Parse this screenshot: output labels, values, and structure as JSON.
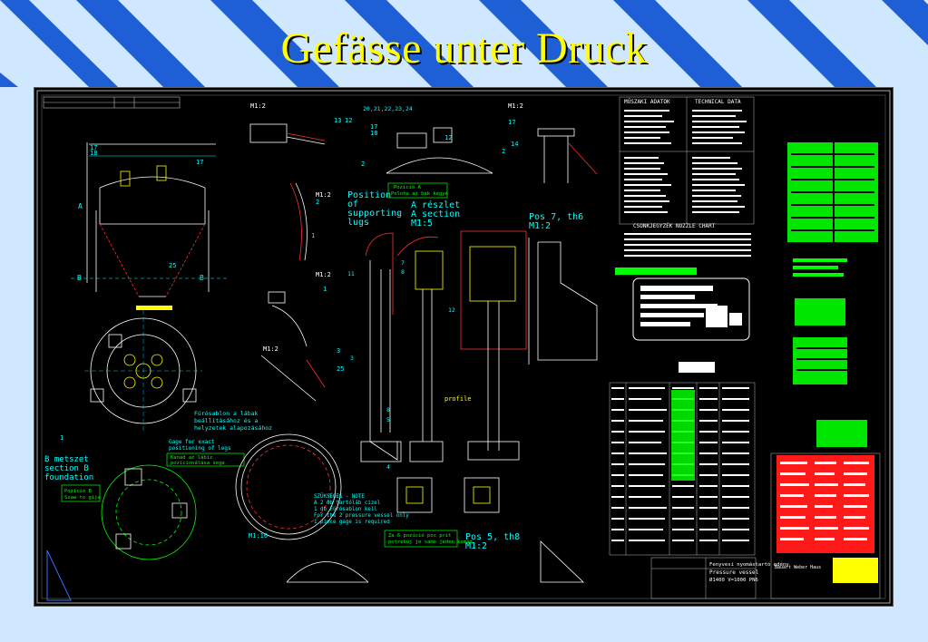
{
  "slide": {
    "title": "Gefässe unter Druck",
    "colors": {
      "background": "#cfe8ff",
      "stripe": "#1f5fd6",
      "title": "#ffff00",
      "cad_background": "#000000"
    }
  },
  "drawing": {
    "scales": {
      "m12": "M1:2",
      "m110": "M1:10",
      "m15": "M1:5"
    },
    "callouts": [
      "17",
      "18",
      "12",
      "2",
      "13",
      "14",
      "1",
      "25",
      "7",
      "3",
      "8",
      "5",
      "4",
      "11",
      "9"
    ],
    "detail_refs": "20,21,22,23,24",
    "section_a_left": "A",
    "section_b": "B",
    "position_supporting_lugs": [
      "Position",
      "of",
      "supporting",
      "lugs"
    ],
    "pozicio_a_label": [
      "Pozíció A",
      "Poloha az bak kegyé"
    ],
    "a_reszlet": [
      "A részlet",
      "A section",
      "M1:5"
    ],
    "pos7": [
      "Pos 7, th6",
      "M1:2"
    ],
    "pos5": [
      "Pos 5, th8",
      "M1:2"
    ],
    "profile_label": "profile",
    "drilling_gauge_hu": [
      "Fúrósablon a lábak",
      "beállításához és a",
      "helyzetek alapozásához"
    ],
    "drilling_gauge_en": [
      "Gage for exact",
      "positioning of legs"
    ],
    "gauge_box_text": [
      "Kanad az lábiz",
      "pozícionálása sega"
    ],
    "b_metszet": [
      "B metszet",
      "section B",
      "foundation"
    ],
    "pozicio_b_label": [
      "Pozíció B",
      "Szaw to gija"
    ],
    "szukseges_note": [
      "SZÜKSÉGES - NOTE",
      "A 2 db tartóláb cizel",
      "1 db Fúrósablon kell",
      "For the 2 pressure vessel only",
      "1 piece gage is required"
    ],
    "za_box": [
      "Za 6 pozíció pos prit",
      "potrebuj je samo jeden kamad"
    ],
    "chart_titles": {
      "hu": "MŰSZAKI ADATOK",
      "en": "TECHNICAL DATA",
      "nozzle": "CSONKJEGYZÉK  NOZZLE CHART"
    },
    "title_block": [
      "Fenyvesi nyomástartó edény",
      "Pressure vessel",
      "Ø1400 V=1000 PN6"
    ],
    "company": "Bauart Weber Haus"
  }
}
